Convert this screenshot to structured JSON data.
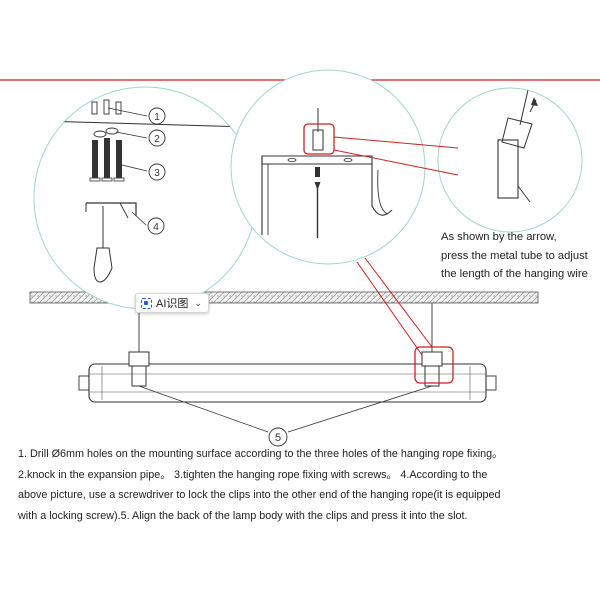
{
  "callouts": {
    "c1": "1",
    "c2": "2",
    "c3": "3",
    "c4": "4",
    "c5": "5"
  },
  "annotation": {
    "lines": [
      "As shown by the arrow,",
      "press the metal tube to adjust",
      "the length of the hanging wire"
    ]
  },
  "instructions": {
    "lines": [
      "1. Drill Ø6mm holes on the mounting surface according to the three holes of the hanging rope fixing。",
      "2.knock in the expansion pipe。 3.tighten the hanging rope fixing with screws。 4.According to the",
      "above picture, use a screwdriver to lock the clips into the other end of the hanging rope(it is equipped",
      "with a locking screw).5. Align the back of the lamp body with the clips and press it into the slot."
    ]
  },
  "ai_chip": {
    "label": "AI识图"
  },
  "colors": {
    "accent_red": "#cc2222",
    "line": "#333333",
    "circle_outline": "#9fd6cf"
  }
}
